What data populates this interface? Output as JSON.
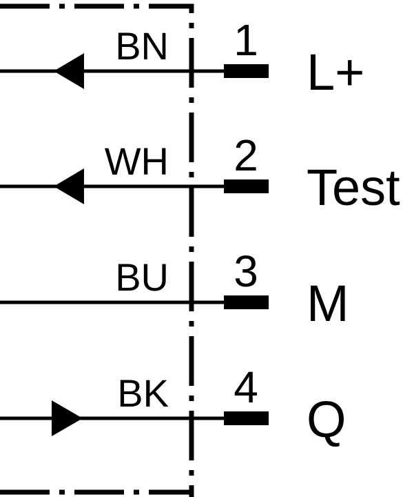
{
  "diagram": {
    "title": "Connector pin assignment",
    "pins": [
      {
        "number": "1",
        "wire_color": "BN",
        "signal": "L+",
        "direction": "in"
      },
      {
        "number": "2",
        "wire_color": "WH",
        "signal": "Test",
        "direction": "in"
      },
      {
        "number": "3",
        "wire_color": "BU",
        "signal": "M",
        "direction": "none"
      },
      {
        "number": "4",
        "wire_color": "BK",
        "signal": "Q",
        "direction": "out"
      }
    ],
    "colors": {
      "line": "#000000",
      "background": "#ffffff"
    }
  }
}
